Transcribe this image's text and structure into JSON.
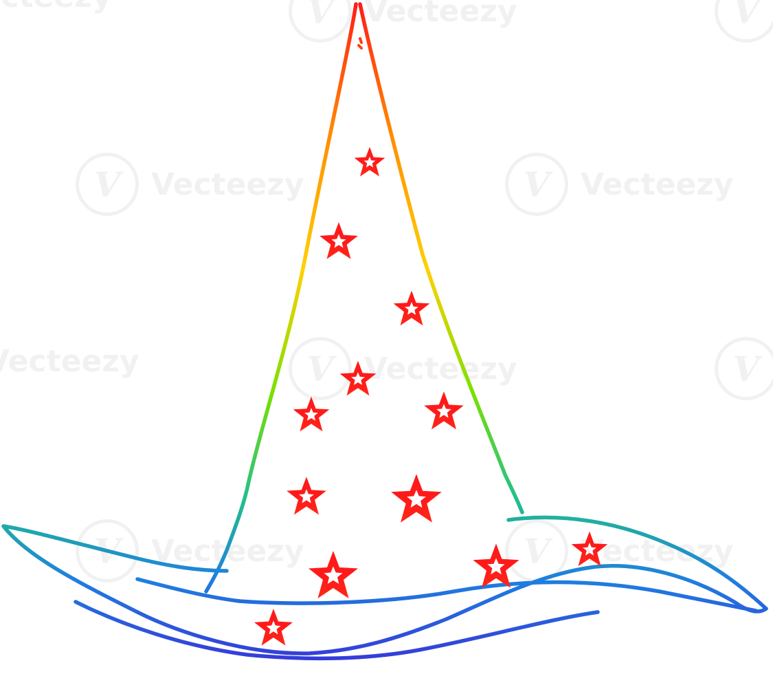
{
  "image": {
    "subject": "wizard-hat",
    "stroke_gradient": [
      "#ff1a1a",
      "#ff8c00",
      "#ffd000",
      "#7ce000",
      "#22c08a",
      "#1e7fe0",
      "#3a2fd8"
    ],
    "background": "#ffffff"
  },
  "watermark": {
    "text": "Vecteezy",
    "logo_glyph": "V"
  }
}
